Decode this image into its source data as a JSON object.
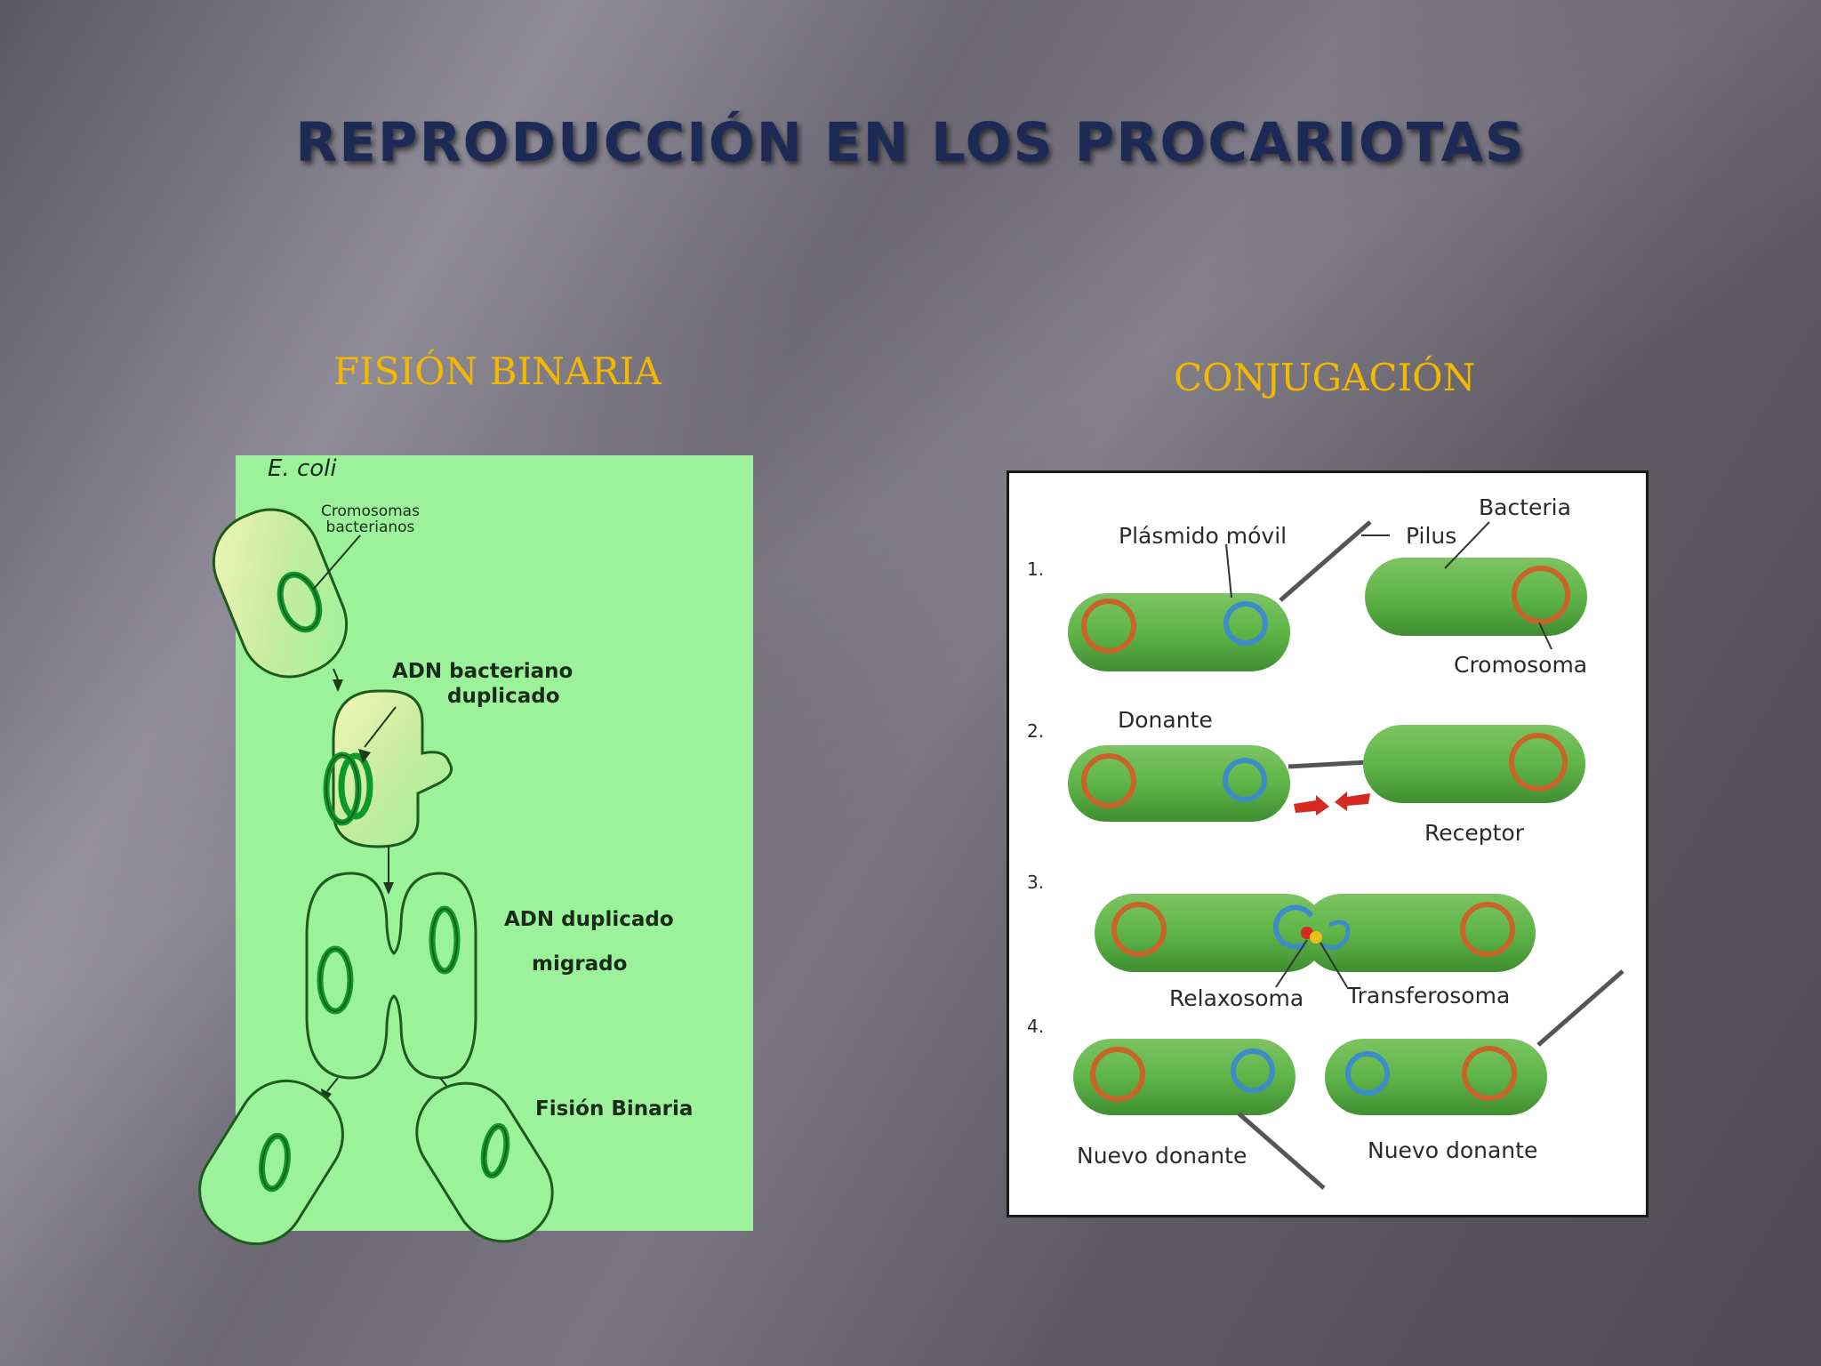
{
  "slide": {
    "title": "REPRODUCCIÓN EN LOS PROCARIOTAS",
    "left_heading": "FISIÓN BINARIA",
    "right_heading": "CONJUGACIÓN"
  },
  "fision": {
    "organism": "E. coli",
    "cromosomas": "Cromosomas\nbacterianos",
    "adn_bact_1": "ADN bacteriano",
    "adn_bact_2": "duplicado",
    "adn_dup_1": "ADN duplicado",
    "adn_dup_2": "migrado",
    "fision_label": "Fisión Binaria"
  },
  "conjugacion": {
    "step1": "1.",
    "step2": "2.",
    "step3": "3.",
    "step4": "4.",
    "plasmido": "Plásmido móvil",
    "pilus": "Pilus",
    "bacteria": "Bacteria",
    "cromosoma": "Cromosoma",
    "donante": "Donante",
    "receptor": "Receptor",
    "relaxosoma": "Relaxosoma",
    "transferosoma": "Transferosoma",
    "nuevo_donante_1": "Nuevo donante",
    "nuevo_donante_2": "Nuevo donante"
  },
  "colors": {
    "title": "#1d2a55",
    "headings": "#f4b800",
    "fision_bg": "#9bf29a",
    "cell_green": "#5fb548",
    "chromosome": "#c8642a",
    "plasmid": "#3c8cc8"
  }
}
